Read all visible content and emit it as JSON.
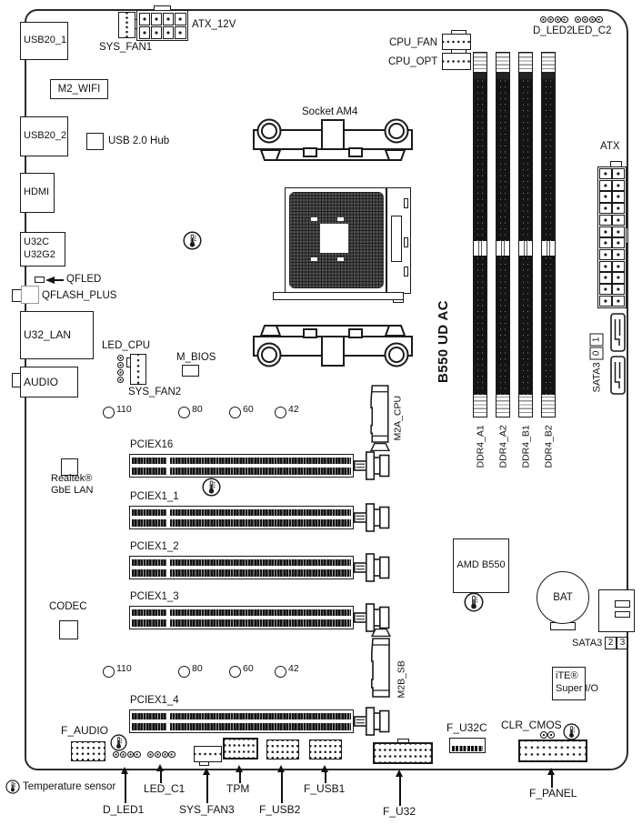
{
  "board": {
    "model": "B550 UD AC"
  },
  "legend": {
    "temperature_sensor": "Temperature sensor"
  },
  "cpu": {
    "socket_label": "Socket AM4"
  },
  "rear_io": {
    "usb20_1": "USB20_1",
    "m2_wifi": "M2_WIFI",
    "usb20_2": "USB20_2",
    "hdmi": "HDMI",
    "u32c_line1": "U32C",
    "u32c_line2": "U32G2",
    "qfled": "QFLED",
    "qflash_plus": "QFLASH_PLUS",
    "u32_lan": "U32_LAN",
    "audio": "AUDIO"
  },
  "chips": {
    "usb_hub": "USB 2.0 Hub",
    "m_bios": "M_BIOS",
    "lan_brand": "Realtek®",
    "lan_name": "GbE LAN",
    "codec": "CODEC",
    "chipset": "AMD B550",
    "battery": "BAT",
    "sio_brand": "iTE®",
    "sio_name": "Super I/O"
  },
  "fans": {
    "sys_fan1": "SYS_FAN1",
    "cpu_fan": "CPU_FAN",
    "cpu_opt": "CPU_OPT",
    "sys_fan2": "SYS_FAN2",
    "sys_fan3": "SYS_FAN3"
  },
  "power": {
    "atx_12v": "ATX_12V",
    "atx": "ATX"
  },
  "leds": {
    "d_led2": "D_LED2",
    "led_c2": "LED_C2",
    "led_cpu": "LED_CPU",
    "d_led1": "D_LED1",
    "led_c1": "LED_C1"
  },
  "memory": {
    "a1": "DDR4_A1",
    "a2": "DDR4_A2",
    "b1": "DDR4_B1",
    "b2": "DDR4_B2"
  },
  "storage": {
    "sata_side_label": "SATA3",
    "sata_side_ports": [
      "1",
      "0"
    ],
    "sata_bottom_label": "SATA3",
    "sata_bottom_ports": [
      "2",
      "3"
    ],
    "m2a": "M2A_CPU",
    "m2b": "M2B_SB"
  },
  "pcie": {
    "x16": "PCIEX16",
    "x1_1": "PCIEX1_1",
    "x1_2": "PCIEX1_2",
    "x1_3": "PCIEX1_3",
    "x1_4": "PCIEX1_4"
  },
  "m2_standoffs": [
    "110",
    "80",
    "60",
    "42"
  ],
  "front_headers": {
    "f_audio": "F_AUDIO",
    "tpm": "TPM",
    "f_usb2": "F_USB2",
    "f_usb1": "F_USB1",
    "f_u32": "F_U32",
    "f_u32c": "F_U32C",
    "clr_cmos": "CLR_CMOS",
    "f_panel": "F_PANEL"
  }
}
